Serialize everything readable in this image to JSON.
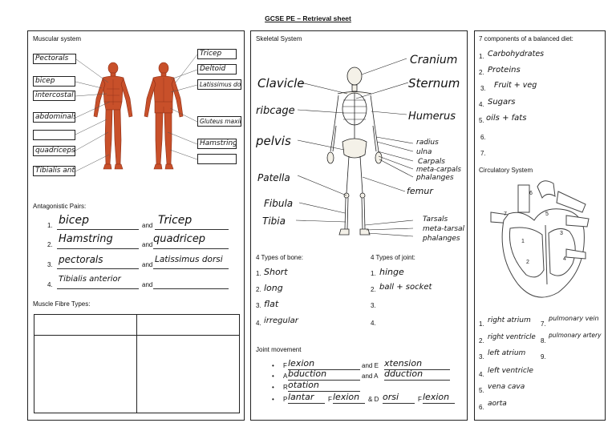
{
  "sheet_title": "GCSE PE – Retrieval sheet",
  "muscular": {
    "title": "Muscular system",
    "left_labels": [
      "Pectorals",
      "bicep",
      "intercostal",
      "abdominals",
      "",
      "quadriceps",
      "Tibialis anterior"
    ],
    "right_labels": [
      "Tricep",
      "Deltoid",
      "Latissimus dorsi",
      "Gluteus maximus",
      "Hamstring",
      ""
    ],
    "antagonistic_title": "Antagonistic Pairs:",
    "pairs": [
      {
        "num": "1.",
        "a": "bicep",
        "and": "and",
        "b": "Tricep"
      },
      {
        "num": "2.",
        "a": "Hamstring",
        "and": "and",
        "b": "quadricep"
      },
      {
        "num": "3.",
        "a": "pectorals",
        "and": "and",
        "b": "Latissimus dorsi"
      },
      {
        "num": "4.",
        "a": "Tibialis anterior",
        "and": "and",
        "b": ""
      }
    ],
    "fibre_title": "Muscle Fibre Types:"
  },
  "skeletal": {
    "title": "Skeletal System",
    "labels_left": [
      "Clavicle",
      "ribcage",
      "pelvis",
      "Patella",
      "Fibula",
      "Tibia"
    ],
    "labels_right": [
      "Cranium",
      "Sternum",
      "Humerus",
      "radius",
      "ulna",
      "Carpals",
      "meta-carpals",
      "phalanges",
      "femur",
      "Tarsals",
      "meta-tarsal",
      "phalanges"
    ],
    "bone_types_title": "4 Types of bone:",
    "bone_types": [
      {
        "num": "1.",
        "val": "Short"
      },
      {
        "num": "2.",
        "val": "long"
      },
      {
        "num": "3.",
        "val": "flat"
      },
      {
        "num": "4.",
        "val": "irregular"
      }
    ],
    "joint_types_title": "4 Types of joint:",
    "joint_types": [
      {
        "num": "1.",
        "val": "hinge"
      },
      {
        "num": "2.",
        "val": "ball + socket"
      },
      {
        "num": "3.",
        "val": ""
      },
      {
        "num": "4.",
        "val": ""
      }
    ],
    "joint_movement_title": "Joint movement",
    "movements": [
      {
        "prefix": "F",
        "a": "lexion",
        "and": "and E",
        "b": "xtension"
      },
      {
        "prefix": "A",
        "a": "bduction",
        "and": "and A",
        "b": "dduction"
      },
      {
        "prefix": "R",
        "a": "otation",
        "and": "",
        "b": ""
      },
      {
        "prefix": "P",
        "a": "lantar",
        "mid1": "F",
        "a2": "lexion",
        "and": "& D",
        "b": "orsi",
        "mid2": "F",
        "b2": "lexion"
      }
    ]
  },
  "diet": {
    "title": "7 components of a balanced diet:",
    "items": [
      {
        "num": "1.",
        "val": "Carbohydrates"
      },
      {
        "num": "2.",
        "val": "Proteins"
      },
      {
        "num": "3.",
        "val": "Fruit + veg"
      },
      {
        "num": "4.",
        "val": "Sugars"
      },
      {
        "num": "5.",
        "val": "oils + fats"
      },
      {
        "num": "6.",
        "val": ""
      },
      {
        "num": "7.",
        "val": ""
      }
    ]
  },
  "circulatory": {
    "title": "Circulatory System",
    "heart_numbers": [
      "1",
      "2",
      "3",
      "4",
      "5",
      "6",
      "7"
    ],
    "items_left": [
      {
        "num": "1.",
        "val": "right atrium"
      },
      {
        "num": "2.",
        "val": "right ventricle"
      },
      {
        "num": "3.",
        "val": "left atrium"
      },
      {
        "num": "4.",
        "val": "left ventricle"
      },
      {
        "num": "5.",
        "val": "vena cava"
      },
      {
        "num": "6.",
        "val": "aorta"
      }
    ],
    "items_right": [
      {
        "num": "7.",
        "val": "pulmonary vein"
      },
      {
        "num": "8.",
        "val": "pulmonary artery"
      },
      {
        "num": "9.",
        "val": ""
      }
    ]
  },
  "colors": {
    "muscle": "#c8502a",
    "muscle_dark": "#8e2e16",
    "bone": "#f4f1e8",
    "heart_line": "#444"
  }
}
